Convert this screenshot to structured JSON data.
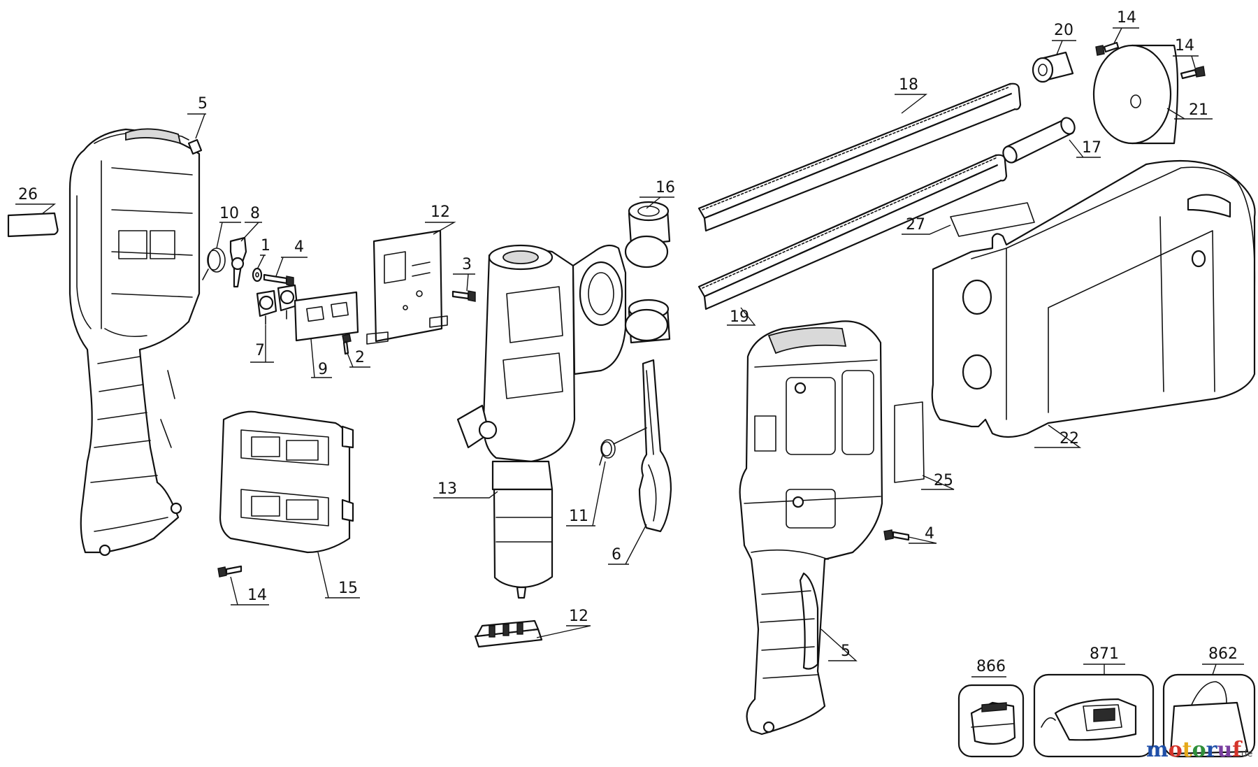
{
  "callouts": [
    {
      "id": "c1",
      "label": "1"
    },
    {
      "id": "c2",
      "label": "2"
    },
    {
      "id": "c3",
      "label": "3"
    },
    {
      "id": "c4a",
      "label": "4"
    },
    {
      "id": "c4b",
      "label": "4"
    },
    {
      "id": "c5a",
      "label": "5"
    },
    {
      "id": "c5b",
      "label": "5"
    },
    {
      "id": "c6",
      "label": "6"
    },
    {
      "id": "c7",
      "label": "7"
    },
    {
      "id": "c8",
      "label": "8"
    },
    {
      "id": "c9",
      "label": "9"
    },
    {
      "id": "c10",
      "label": "10"
    },
    {
      "id": "c11",
      "label": "11"
    },
    {
      "id": "c12a",
      "label": "12"
    },
    {
      "id": "c12b",
      "label": "12"
    },
    {
      "id": "c13",
      "label": "13"
    },
    {
      "id": "c14a",
      "label": "14"
    },
    {
      "id": "c14b",
      "label": "14"
    },
    {
      "id": "c14c",
      "label": "14"
    },
    {
      "id": "c15",
      "label": "15"
    },
    {
      "id": "c16",
      "label": "16"
    },
    {
      "id": "c17",
      "label": "17"
    },
    {
      "id": "c18",
      "label": "18"
    },
    {
      "id": "c19",
      "label": "19"
    },
    {
      "id": "c20",
      "label": "20"
    },
    {
      "id": "c21",
      "label": "21"
    },
    {
      "id": "c22",
      "label": "22"
    },
    {
      "id": "c25",
      "label": "25"
    },
    {
      "id": "c26",
      "label": "26"
    },
    {
      "id": "c27",
      "label": "27"
    },
    {
      "id": "c866",
      "label": "866"
    },
    {
      "id": "c871",
      "label": "871"
    },
    {
      "id": "c862",
      "label": "862"
    }
  ],
  "watermark": {
    "letters": [
      "m",
      "o",
      "t",
      "o",
      "r",
      "u",
      "f"
    ],
    "tld": ".de",
    "colors": [
      "#1f4fa8",
      "#d4332a",
      "#e6a91a",
      "#2f8f3a",
      "#1f4fa8",
      "#7a3fa0",
      "#d4332a"
    ]
  }
}
